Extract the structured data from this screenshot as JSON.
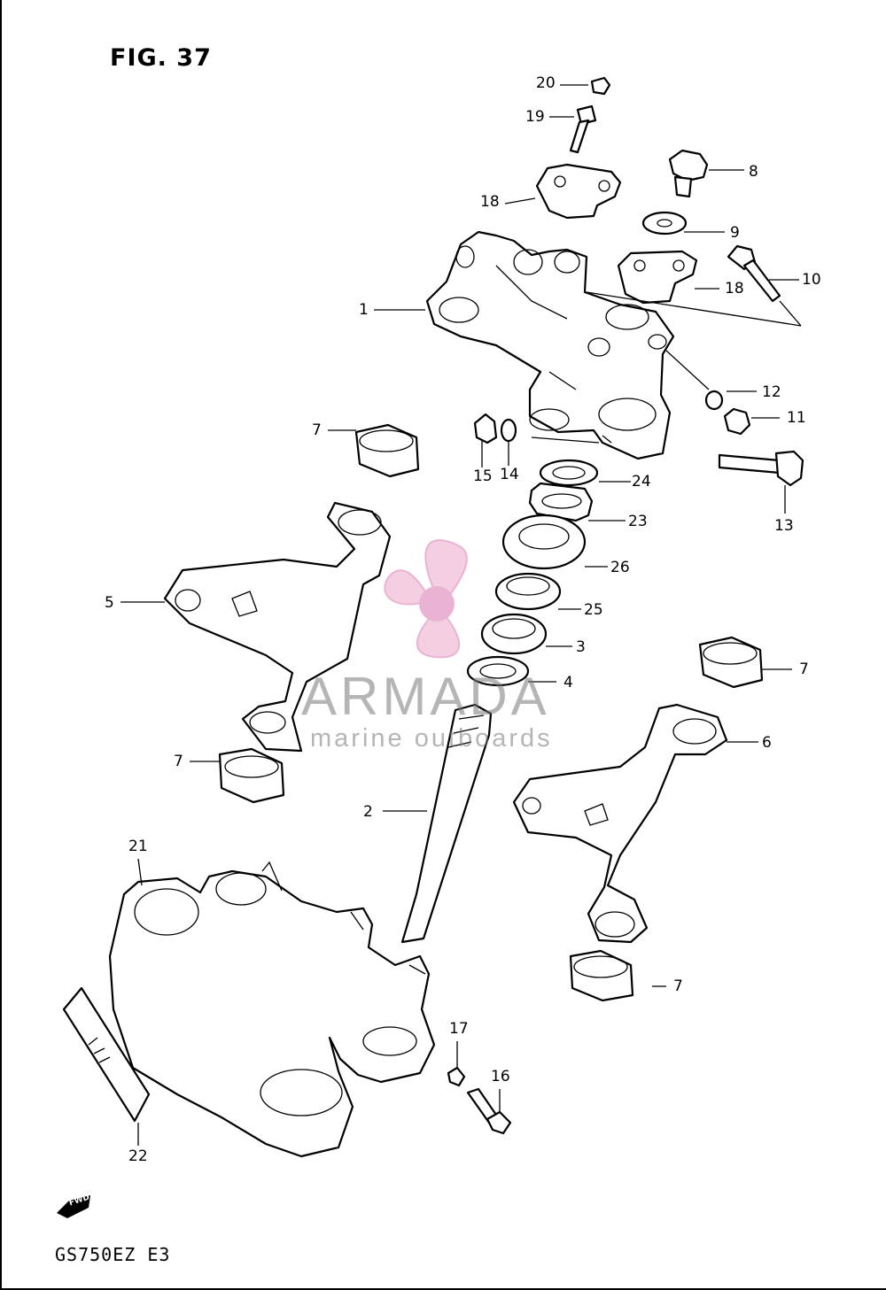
{
  "figure": {
    "title": "FIG. 37",
    "model_code": "GS750EZ E3",
    "fwd_mark": "FWD"
  },
  "watermark": {
    "brand": "ARMADA",
    "tagline": "marine outboards",
    "logo_color": "#e8a6cc"
  },
  "callouts": [
    "20",
    "19",
    "18",
    "8",
    "9",
    "10",
    "18",
    "1",
    "12",
    "11",
    "7",
    "15",
    "14",
    "24",
    "13",
    "23",
    "26",
    "5",
    "25",
    "3",
    "7",
    "4",
    "6",
    "7",
    "2",
    "21",
    "7",
    "17",
    "16",
    "22"
  ]
}
